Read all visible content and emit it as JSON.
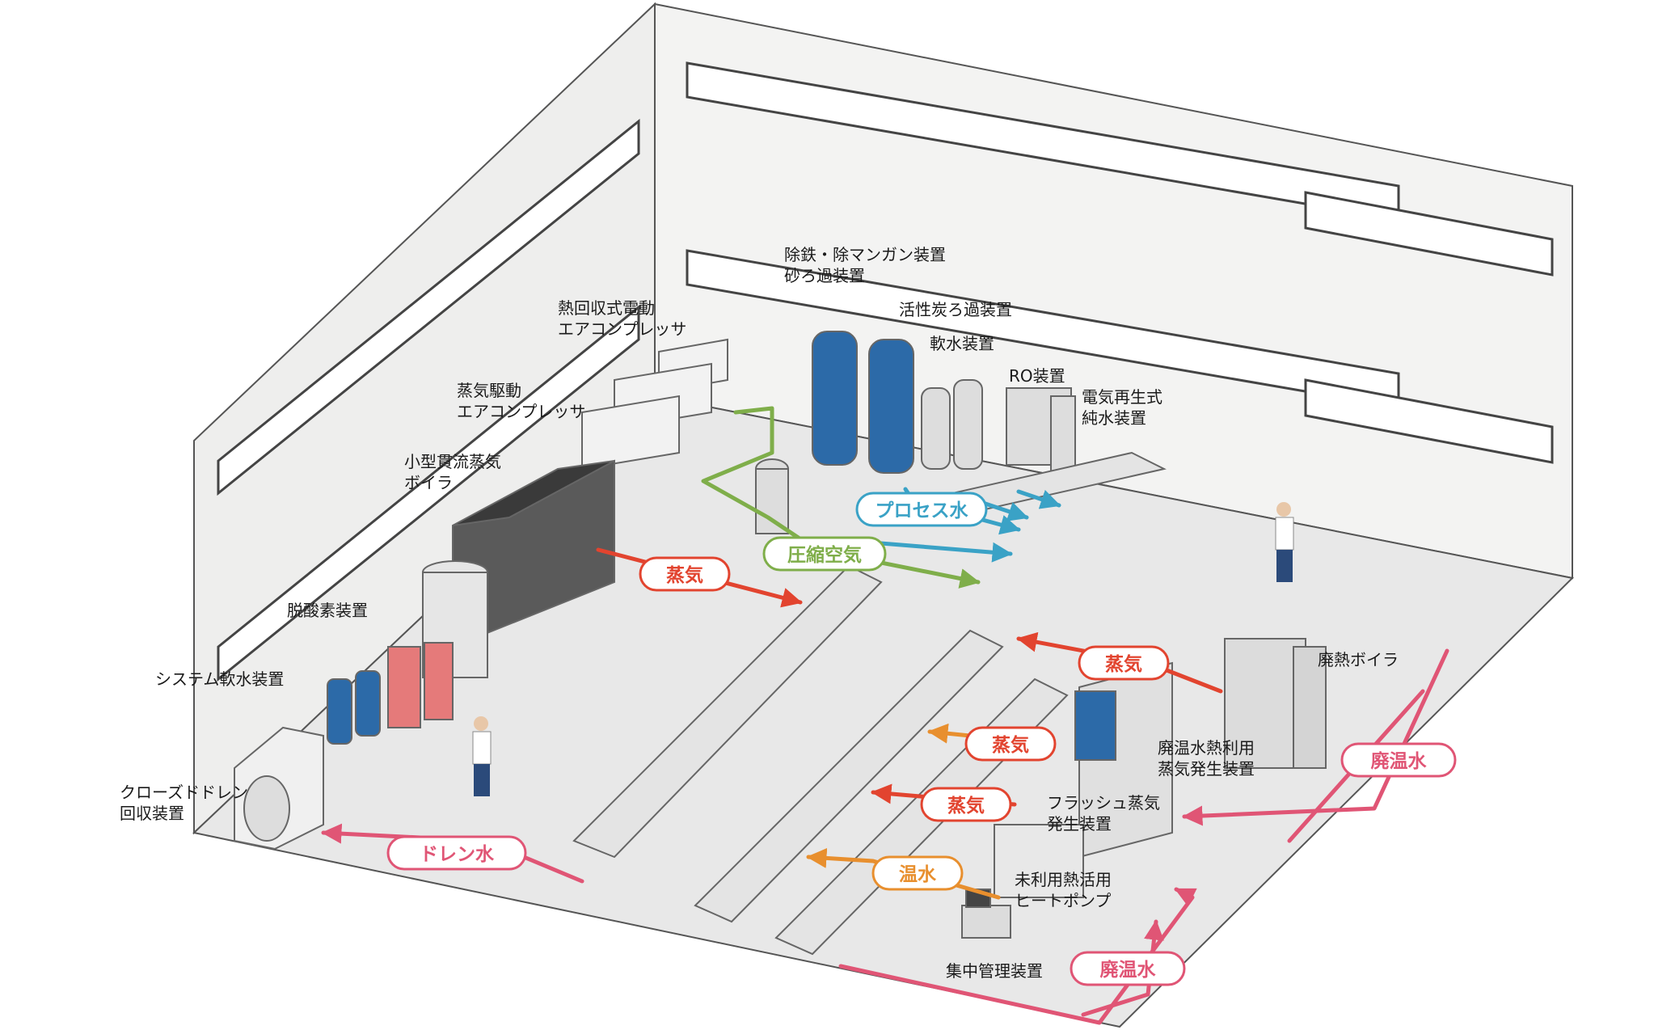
{
  "colors": {
    "steam": "#e2442f",
    "drain": "#e05575",
    "waste_hot_water": "#e05575",
    "process_water": "#3aa2c6",
    "compressed_air": "#7fae4a",
    "warm_water": "#e88f2e",
    "wall": "#f0f0ef",
    "floor": "#e9e9e9",
    "outline": "#555555"
  },
  "labels": {
    "iron_removal": "除鉄・除マンガン装置",
    "sand_filter": "砂ろ過装置",
    "activated_carbon": "活性炭ろ過装置",
    "softener": "軟水装置",
    "ro": "RO装置",
    "edi_line1": "電気再生式",
    "edi_line2": "純水装置",
    "heat_recovery_comp_line1": "熱回収式電動",
    "heat_recovery_comp_line2": "エアコンプレッサ",
    "steam_comp_line1": "蒸気駆動",
    "steam_comp_line2": "エアコンプレッサ",
    "boiler_line1": "小型貫流蒸気",
    "boiler_line2": "ボイラ",
    "deaerator": "脱酸素装置",
    "system_softener": "システム軟水装置",
    "closed_drain_line1": "クローズドドレン",
    "closed_drain_line2": "回収装置",
    "waste_heat_boiler": "廃熱ボイラ",
    "waste_water_steam_line1": "廃温水熱利用",
    "waste_water_steam_line2": "蒸気発生装置",
    "flash_steam_line1": "フラッシュ蒸気",
    "flash_steam_line2": "発生装置",
    "heat_pump_line1": "未利用熱活用",
    "heat_pump_line2": "ヒートポンプ",
    "central_control": "集中管理装置"
  },
  "tags": {
    "process_water": "プロセス水",
    "compressed_air": "圧縮空気",
    "steam_main": "蒸気",
    "steam_waste_boiler": "蒸気",
    "steam_waste_water": "蒸気",
    "steam_flash": "蒸気",
    "warm_water": "温水",
    "drain_water": "ドレン水",
    "waste_hot_water_1": "廃温水",
    "waste_hot_water_2": "廃温水"
  }
}
